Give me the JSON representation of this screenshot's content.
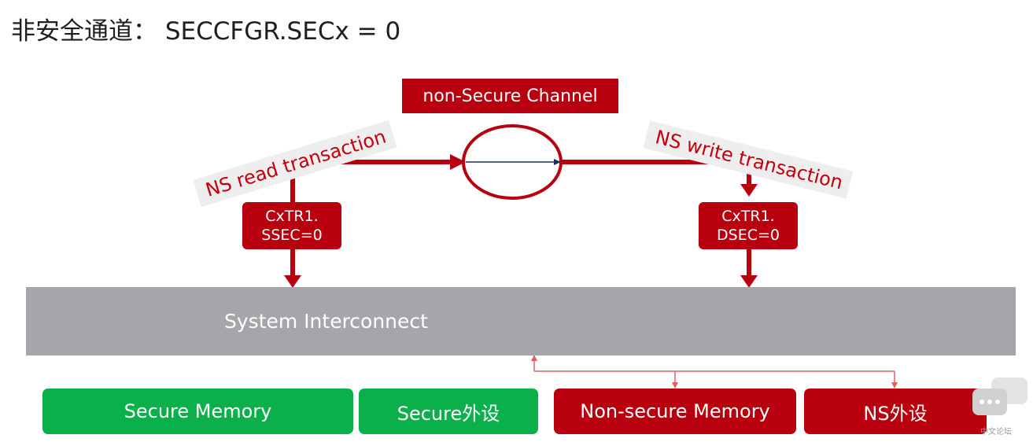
{
  "title": "非安全通道： SECCFGR.SECx = 0",
  "channel_label": "non-Secure Channel",
  "read_tag": "NS read transaction",
  "write_tag": "NS write transaction",
  "read_reg": {
    "line1": "CxTR1.",
    "line2": "SSEC=0"
  },
  "write_reg": {
    "line1": "CxTR1.",
    "line2": "DSEC=0"
  },
  "interconnect_label": "System Interconnect",
  "memories": {
    "secure_memory": "Secure Memory",
    "secure_peripheral": "Secure外设",
    "nonsecure_memory": "Non-secure Memory",
    "ns_peripheral": "NS外设"
  },
  "watermark_text": "中文论坛",
  "colors": {
    "accent_red": "#b8000f",
    "secure_green": "#0cb04a",
    "interconnect_gray": "#a6a6aa"
  }
}
